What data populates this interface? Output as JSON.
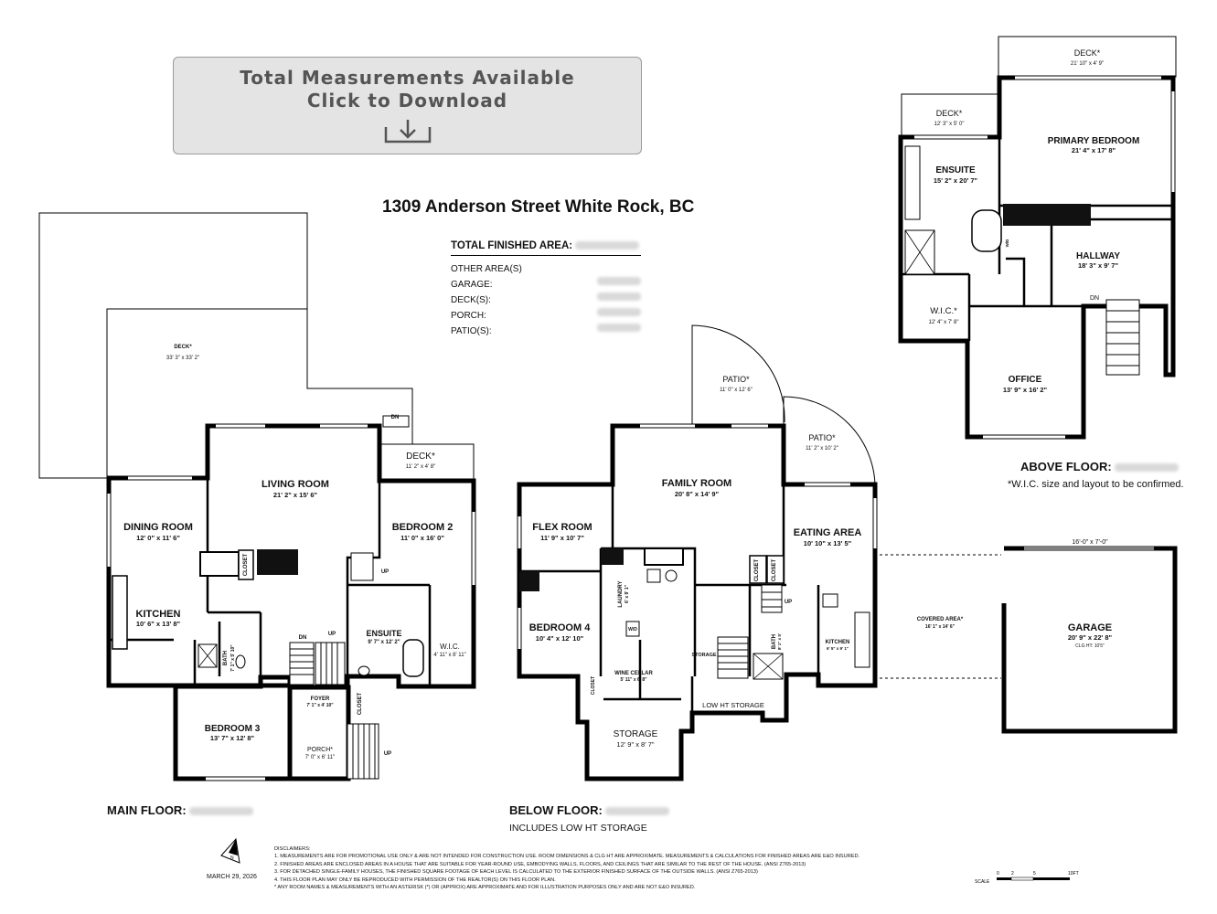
{
  "banner": {
    "line1": "Total Measurements Available",
    "line2": "Click to Download"
  },
  "address": "1309 Anderson Street White Rock, BC",
  "areas": {
    "total_label": "TOTAL FINISHED AREA:",
    "other_label": "OTHER AREA(S)",
    "garage_label": "GARAGE:",
    "deck_label": "DECK(S):",
    "porch_label": "PORCH:",
    "patio_label": "PATIO(S):"
  },
  "main_floor": {
    "label": "MAIN FLOOR:",
    "rooms": {
      "deck_big": {
        "name": "DECK*",
        "dim": "33' 3\" x 33' 2\""
      },
      "deck_small": {
        "name": "DECK*",
        "dim": "11' 2\" x 4' 8\""
      },
      "living": {
        "name": "LIVING ROOM",
        "dim": "21' 2\" x 15' 6\""
      },
      "dining": {
        "name": "DINING ROOM",
        "dim": "12' 0\" x 11' 6\""
      },
      "bedroom2": {
        "name": "BEDROOM 2",
        "dim": "11' 0\" x 16' 0\""
      },
      "kitchen": {
        "name": "KITCHEN",
        "dim": "10' 6\" x 13' 8\""
      },
      "ensuite": {
        "name": "ENSUITE",
        "dim": "9' 7\" x 12' 2\""
      },
      "wic": {
        "name": "W.I.C.",
        "dim": "4' 11\" x 8' 11\""
      },
      "bath": {
        "name": "BATH",
        "dim": "7' 1\" x 5' 10\""
      },
      "bedroom3": {
        "name": "BEDROOM 3",
        "dim": "13' 7\" x 12' 8\""
      },
      "foyer": {
        "name": "FOYER",
        "dim": "7' 1\" x 4' 10\""
      },
      "porch": {
        "name": "PORCH*",
        "dim": "7' 0\" x 6' 11\""
      },
      "closet_a": "CLOSET",
      "closet_b": "CLOSET",
      "dn1": "DN",
      "dn2": "DN",
      "up1": "UP",
      "up2": "UP",
      "up3": "UP"
    }
  },
  "below_floor": {
    "label": "BELOW FLOOR:",
    "note": "INCLUDES LOW HT STORAGE",
    "rooms": {
      "patio1": {
        "name": "PATIO*",
        "dim": "11' 0\" x 12' 6\""
      },
      "patio2": {
        "name": "PATIO*",
        "dim": "11' 2\" x 10' 2\""
      },
      "family": {
        "name": "FAMILY ROOM",
        "dim": "20' 8\" x 14' 9\""
      },
      "flex": {
        "name": "FLEX ROOM",
        "dim": "11' 9\" x 10' 7\""
      },
      "eating": {
        "name": "EATING AREA",
        "dim": "10' 10\" x 13' 5\""
      },
      "bedroom4": {
        "name": "BEDROOM 4",
        "dim": "10' 4\" x 12' 10\""
      },
      "laundry": {
        "name": "LAUNDRY",
        "dim": "6' x 8' 1\""
      },
      "wine": {
        "name": "WINE CELLAR",
        "dim": "5' 11\" x 6' 8\""
      },
      "storage": {
        "name": "STORAGE",
        "dim": "12' 9\" x 8' 7\""
      },
      "lowht": "LOW HT STORAGE",
      "storage_small": "STORAGE",
      "bath": {
        "name": "BATH",
        "dim": "8' 1\" x 5'"
      },
      "kitchen": {
        "name": "KITCHEN",
        "dim": "6' 5\" x 9' 1\""
      },
      "covered": {
        "name": "COVERED AREA*",
        "dim": "16' 1\" x 14' 6\""
      },
      "garage": {
        "name": "GARAGE",
        "dim": "20' 9\" x 22' 8\"",
        "clg": "CLG HT: 10'5\""
      },
      "garage_door": "16'-0\" x 7'-0\"",
      "closet1": "CLOSET",
      "closet2": "CLOSET",
      "closet3": "CLOSET",
      "wd": "W/D",
      "up": "UP"
    }
  },
  "above_floor": {
    "label": "ABOVE FLOOR:",
    "note": "*W.I.C. size and layout to be confirmed.",
    "rooms": {
      "deck_top": {
        "name": "DECK*",
        "dim": "21' 10\" x 4' 9\""
      },
      "deck_left": {
        "name": "DECK*",
        "dim": "12' 3\" x 5' 0\""
      },
      "primary": {
        "name": "PRIMARY BEDROOM",
        "dim": "21' 4\" x 17' 8\""
      },
      "ensuite": {
        "name": "ENSUITE",
        "dim": "15' 2\" x 20' 7\""
      },
      "hallway": {
        "name": "HALLWAY",
        "dim": "18' 3\" x 9' 7\""
      },
      "wic": {
        "name": "W.I.C.*",
        "dim": "12' 4\" x 7' 8\""
      },
      "office": {
        "name": "OFFICE",
        "dim": "13' 9\" x 16' 2\""
      },
      "dn": "DN",
      "wd": "W/D"
    }
  },
  "disclaimers": {
    "title": "DISCLAIMERS:",
    "lines": [
      "1. MEASUREMENTS ARE FOR PROMOTIONAL USE ONLY & ARE NOT INTENDED FOR CONSTRUCTION USE. ROOM DIMENSIONS & CLG HT ARE APPROXIMATE. MEASUREMENTS & CALCULATIONS FOR FINISHED AREAS ARE E&O INSURED.",
      "2. FINISHED AREAS ARE ENCLOSED AREAS IN A HOUSE THAT ARE SUITABLE FOR YEAR-ROUND USE, EMBODYING WALLS, FLOORS, AND CEILINGS THAT ARE SIMILAR TO THE REST OF THE HOUSE. (ANSI Z765-2013)",
      "3. FOR DETACHED SINGLE-FAMILY HOUSES, THE FINISHED SQUARE FOOTAGE OF EACH LEVEL IS CALCULATED TO THE EXTERIOR FINISHED SURFACE OF THE OUTSIDE WALLS. (ANSI Z765-2013)",
      "4. THIS FLOOR PLAN MAY ONLY BE REPRODUCED WITH PERMISSION OF THE REALTOR(S) ON THIS FLOOR PLAN.",
      "* ANY ROOM NAMES & MEASUREMENTS WITH AN ASTERISK (*) OR (APPROX) ARE APPROXIMATE AND FOR ILLUSTRATION PURPOSES ONLY AND ARE NOT E&O INSURED."
    ]
  },
  "date": "MARCH 29, 2026",
  "north": "N",
  "scale": {
    "label": "SCALE",
    "t0": "0",
    "t1": "2",
    "t2": "5",
    "t3": "10FT"
  },
  "icons": {
    "download": "download-icon",
    "north": "north-arrow-icon"
  }
}
